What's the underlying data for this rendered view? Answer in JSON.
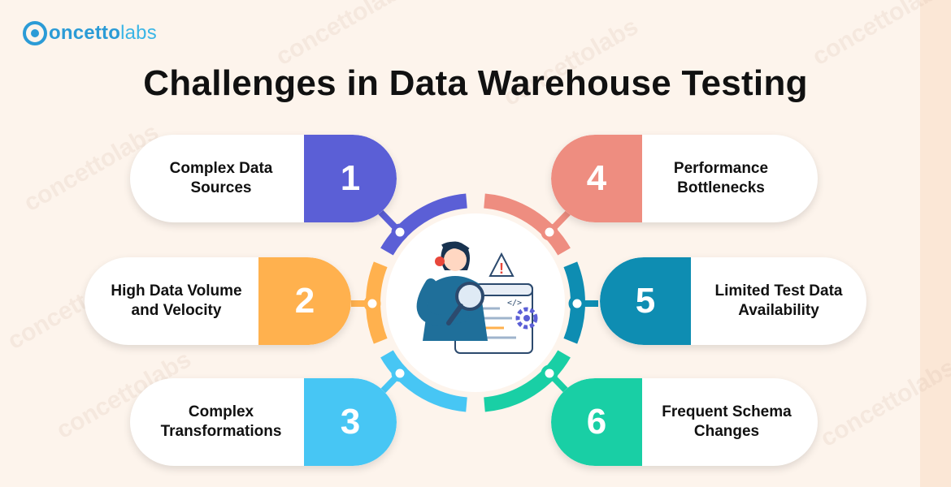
{
  "brand": {
    "part1": "oncetto",
    "part2": "labs",
    "watermark_text": "concettolabs"
  },
  "title": "Challenges in Data Warehouse Testing",
  "challenges": [
    {
      "number": "1",
      "line1": "Complex Data",
      "line2": "Sources",
      "color": "#5b5fd6"
    },
    {
      "number": "2",
      "line1": "High Data Volume",
      "line2": "and Velocity",
      "color": "#ffb14e"
    },
    {
      "number": "3",
      "line1": "Complex",
      "line2": "Transformations",
      "color": "#47c6f4"
    },
    {
      "number": "4",
      "line1": "Performance",
      "line2": "Bottlenecks",
      "color": "#ee8d80"
    },
    {
      "number": "5",
      "line1": "Limited Test Data",
      "line2": "Availability",
      "color": "#0e8db2"
    },
    {
      "number": "6",
      "line1": "Frequent Schema",
      "line2": "Changes",
      "color": "#19cfa5"
    }
  ],
  "illustration": {
    "alert_symbol": "!",
    "code_symbol": "</>"
  }
}
